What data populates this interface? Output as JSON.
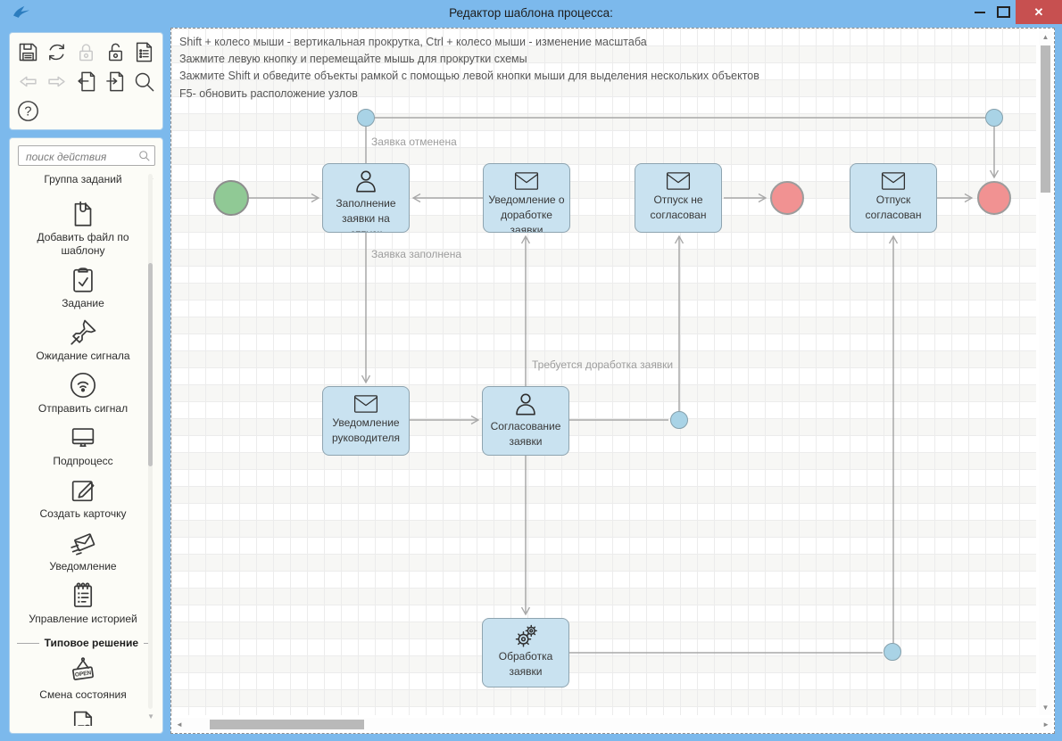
{
  "window": {
    "title": "Редактор шаблона процесса:"
  },
  "toolbar": {
    "icons": [
      "save",
      "refresh",
      "lock-disabled",
      "unlock",
      "checklist-document",
      "back-disabled",
      "forward-disabled",
      "page-arrow-left",
      "page-arrow-right",
      "search",
      "help"
    ],
    "help_glyph": "?"
  },
  "sidebar": {
    "search_placeholder": "поиск действия",
    "separator_label": "Типовое решение",
    "open_sign_text": "OPEN",
    "items": [
      {
        "icon": "none",
        "label": "Группа заданий"
      },
      {
        "icon": "file-paperclip",
        "label": "Добавить файл по шаблону"
      },
      {
        "icon": "clipboard-check",
        "label": "Задание"
      },
      {
        "icon": "pushpin",
        "label": "Ожидание сигнала"
      },
      {
        "icon": "signal-circle",
        "label": "Отправить сигнал"
      },
      {
        "icon": "monitor",
        "label": "Подпроцесс"
      },
      {
        "icon": "pencil-square",
        "label": "Создать карточку"
      },
      {
        "icon": "flying-envelope",
        "label": "Уведомление"
      },
      {
        "icon": "spiral-notepad",
        "label": "Управление историей"
      },
      {
        "icon": "open-sign",
        "label": "Смена состояния"
      },
      {
        "icon": "document-equals",
        "label": ""
      }
    ]
  },
  "canvas": {
    "help_lines": [
      "Shift + колесо мыши - вертикальная прокрутка, Ctrl + колесо мыши - изменение масштаба",
      "Зажмите левую кнопку и перемещайте мышь для прокрутки схемы",
      "Зажмите Shift и обведите объекты рамкой с помощью левой кнопки мыши для выделения нескольких объектов",
      "F5- обновить расположение узлов"
    ]
  },
  "diagram": {
    "tasks": [
      {
        "icon": "user",
        "label": "Заполнение заявки на отпуск"
      },
      {
        "icon": "mail",
        "label": "Уведомление о доработке заявки"
      },
      {
        "icon": "mail",
        "label": "Отпуск не согласован"
      },
      {
        "icon": "mail",
        "label": "Отпуск согласован"
      },
      {
        "icon": "mail",
        "label": "Уведомление руководителя"
      },
      {
        "icon": "user",
        "label": "Согласование заявки"
      },
      {
        "icon": "gears",
        "label": "Обработка заявки"
      }
    ],
    "events": [
      {
        "type": "start",
        "color": "#90c995"
      },
      {
        "type": "end",
        "color": "#f19292"
      },
      {
        "type": "end",
        "color": "#f19292"
      },
      {
        "type": "connector",
        "color": "#a9d3e6"
      },
      {
        "type": "connector",
        "color": "#a9d3e6"
      },
      {
        "type": "connector",
        "color": "#a9d3e6"
      },
      {
        "type": "connector",
        "color": "#a9d3e6"
      }
    ],
    "edge_labels": [
      {
        "text": "Заявка отменена"
      },
      {
        "text": "Заявка заполнена"
      },
      {
        "text": "Требуется доработка заявки"
      }
    ]
  },
  "colors": {
    "titlebar": "#7cb9ec",
    "close_button": "#c75050",
    "panel_bg": "#fcfcf7",
    "node_fill": "#c9e2f0",
    "start_event": "#90c995",
    "end_event": "#f19292",
    "connector": "#a9d3e6",
    "edge": "#a8a8a8"
  }
}
